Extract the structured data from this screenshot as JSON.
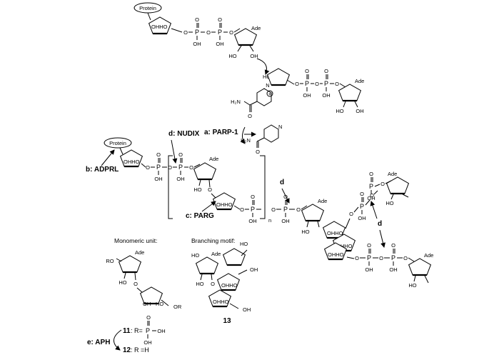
{
  "protein_tag": "Protein",
  "atoms": {
    "oxygen": "O",
    "phosphorus": "P",
    "hydroxyl": "OH",
    "hydroxyl_rev": "HO",
    "sugar_diol": "OHHO",
    "adenine": "Ade",
    "amide": "H₂N",
    "ring_n": "N",
    "cation": "+",
    "subscript_n": "n"
  },
  "enzymes": {
    "parp1": "a: PARP-1",
    "parg": "c: PARG",
    "nudix": "d: NUDIX",
    "adprl": "b: ADPRL",
    "aph": "e: APH",
    "d_short": "d"
  },
  "captions": {
    "monomeric": "Monomeric unit:",
    "branching": "Branching motif:",
    "compound_13": "13",
    "compound_11": "11",
    "compound_11_eq": ": R=",
    "compound_12": "12",
    "compound_12_eq": ": R =H",
    "ro": "RO",
    "or": "OR"
  }
}
